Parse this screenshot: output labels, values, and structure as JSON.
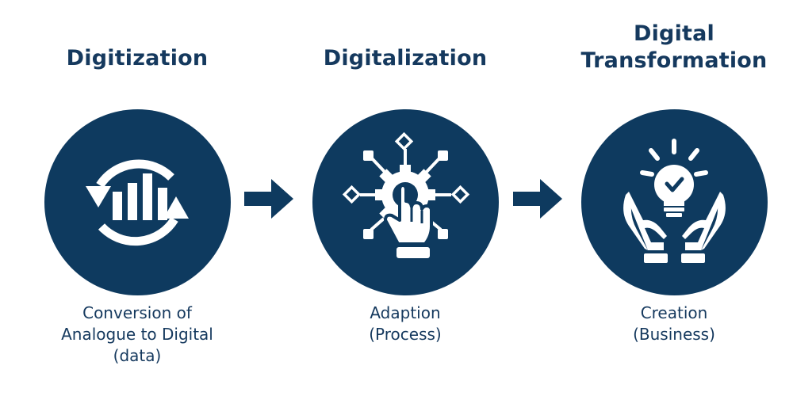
{
  "stages": [
    {
      "title_lines": [
        "Digitization"
      ],
      "icon": "refresh-bar-chart-icon",
      "caption_lines": [
        "Conversion of",
        "Analogue to Digital",
        "(data)"
      ]
    },
    {
      "title_lines": [
        "Digitalization"
      ],
      "icon": "gear-hand-pointer-icon",
      "caption_lines": [
        "Adaption",
        "(Process)"
      ]
    },
    {
      "title_lines": [
        "Digital",
        "Transformation"
      ],
      "icon": "hands-lightbulb-icon",
      "caption_lines": [
        "Creation",
        "(Business)"
      ]
    }
  ],
  "colors": {
    "primary": "#0e3a5f",
    "icon": "#ffffff",
    "background": "#ffffff"
  }
}
